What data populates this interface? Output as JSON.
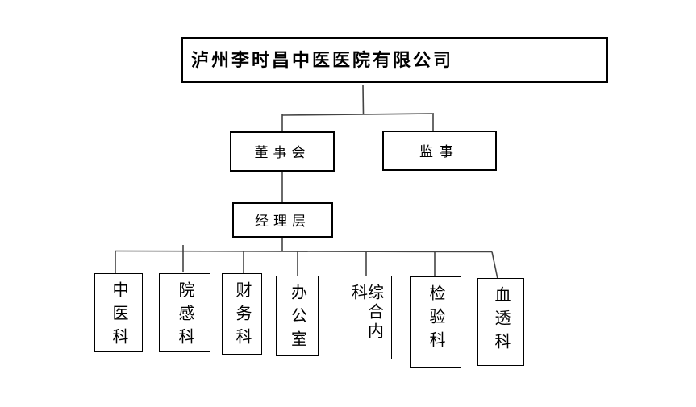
{
  "org": {
    "root": {
      "label": "泸州李时昌中医医院有限公司"
    },
    "board": {
      "label": "董事会"
    },
    "supervisor": {
      "label": "监事"
    },
    "management": {
      "label": "经理层"
    },
    "departments": [
      {
        "label": "中医科"
      },
      {
        "label": "院感科"
      },
      {
        "label": "财务科"
      },
      {
        "label": "办公室"
      },
      {
        "label": "综合内科"
      },
      {
        "label": "检验科"
      },
      {
        "label": "血透科"
      }
    ],
    "colors": {
      "background": "#ffffff",
      "box_border": "#000000",
      "connector_line": "#444444",
      "text": "#000000"
    }
  }
}
